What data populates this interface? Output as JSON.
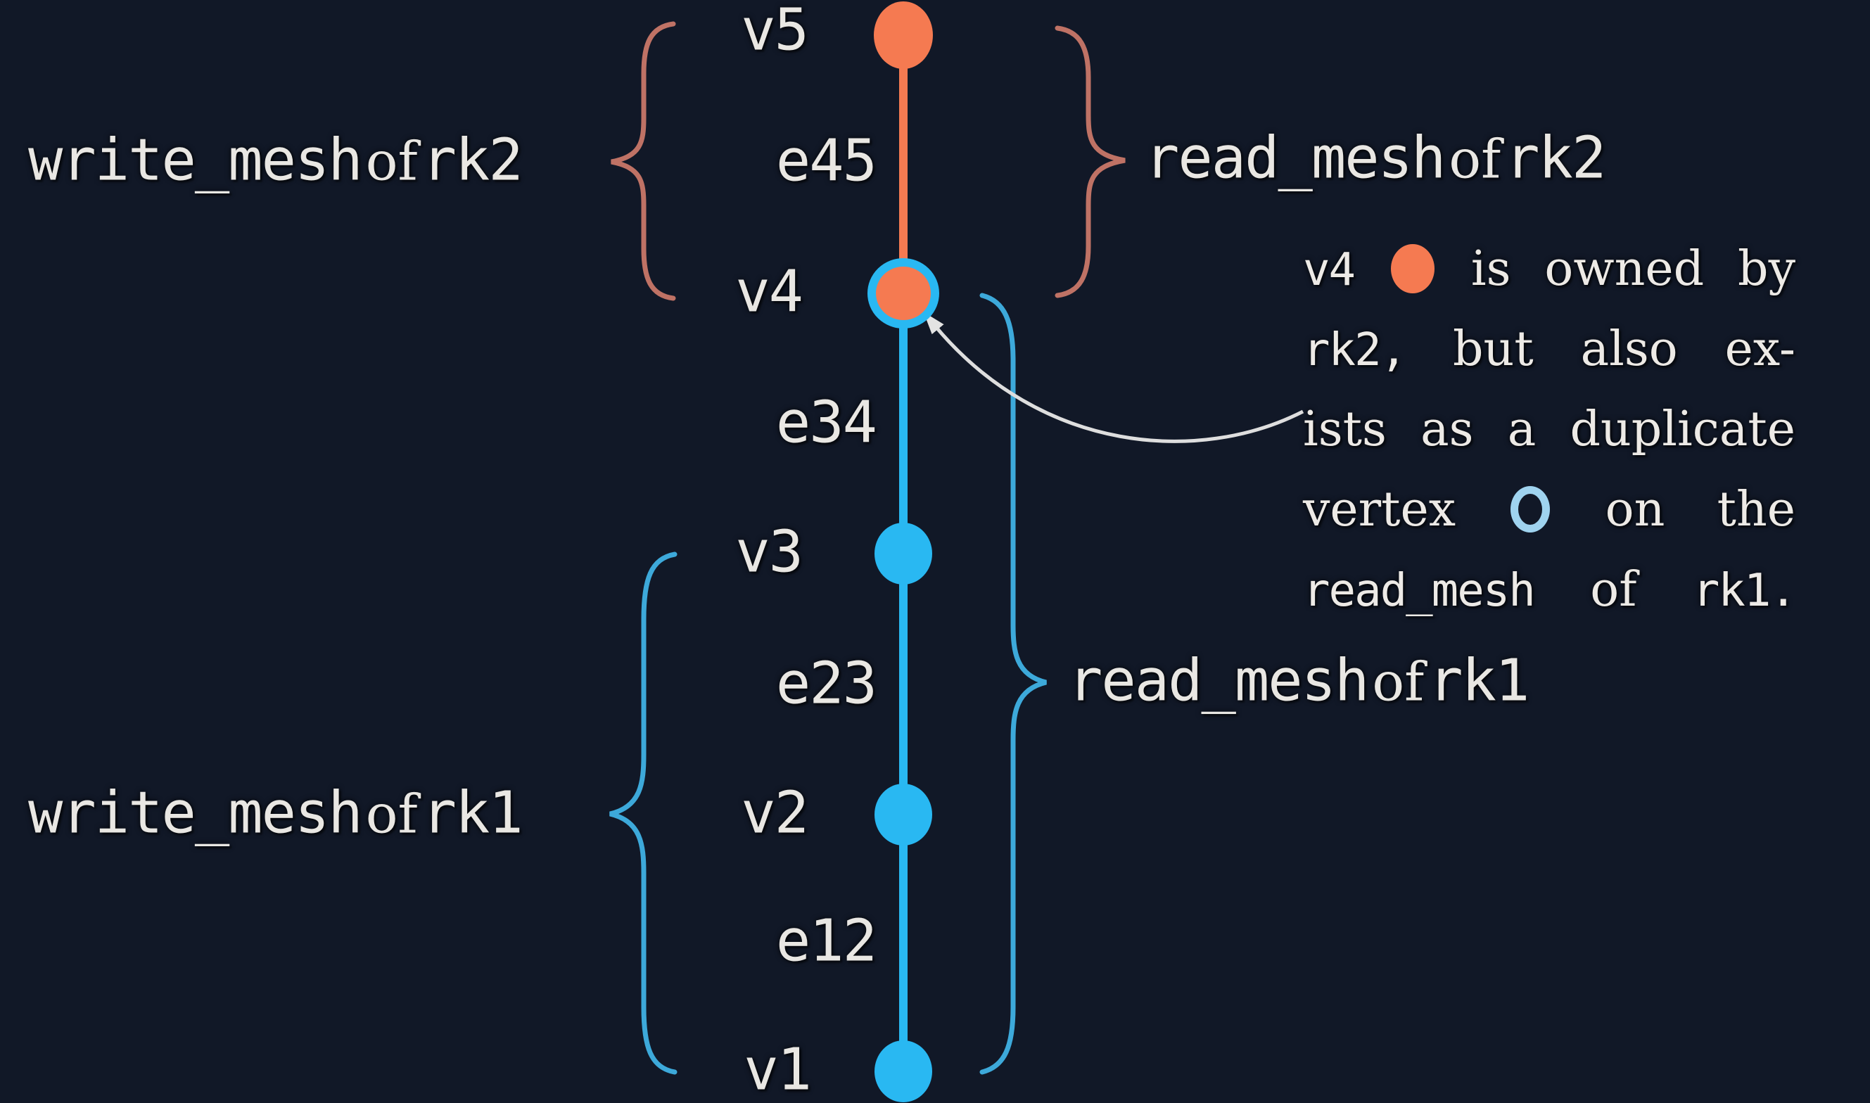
{
  "diagram": {
    "type": "1d-mesh-partition-ownership",
    "description_visible": "Vertical 1D mesh chain v1–v5 with edges e12,e23,e34,e45; orange portion owned by rk2, blue portion by rk1; braces mark write_mesh/read_mesh extents; note explains duplicate vertex v4.",
    "vertices": [
      "v5",
      "v4",
      "v3",
      "v2",
      "v1"
    ],
    "edges": [
      "e45",
      "e34",
      "e23",
      "e12"
    ],
    "rk2_owned": [
      "v5",
      "e45",
      "v4"
    ],
    "rk1_owned": [
      "v4(duplicate)",
      "e34",
      "v3",
      "e23",
      "v2",
      "e12",
      "v1"
    ]
  },
  "colors": {
    "background": "#111827",
    "mesh_blue": "#29b8f2",
    "mesh_orange": "#f57a51",
    "brace_blue": "#3da9da",
    "brace_orange": "#bf7265",
    "text": "#e9e7e3",
    "arrow": "#dedede",
    "duplicate_ring_blue": "#9fd3ef"
  },
  "mesh": {
    "vertex_labels": [
      "v5",
      "v4",
      "v3",
      "v2",
      "v1"
    ],
    "edge_labels": [
      "e45",
      "e34",
      "e23",
      "e12"
    ]
  },
  "braces": {
    "write_rk2": {
      "mono_a": "write_mesh",
      "serif_of": "of",
      "mono_b": "rk2"
    },
    "read_rk2": {
      "mono_a": "read_mesh",
      "serif_of": "of",
      "mono_b": "rk2"
    },
    "read_rk1": {
      "mono_a": "read_mesh",
      "serif_of": "of",
      "mono_b": "rk1"
    },
    "write_rk1": {
      "mono_a": "write_mesh",
      "serif_of": "of",
      "mono_b": "rk1"
    }
  },
  "annotation": {
    "l1_mono": "v4",
    "l1_serif": "is owned by",
    "l2_mono": "rk2,",
    "l2_serif": "but also ex-",
    "l3_serif": "ists as a duplicate",
    "l4_serif_a": "vertex",
    "l4_serif_b": "on the",
    "l5_mono_a": "read_mesh",
    "l5_serif": "of",
    "l5_mono_b": "rk1.",
    "owned_vertex_icon": "orange-filled-vertex-icon",
    "duplicate_vertex_icon": "blue-open-vertex-icon"
  }
}
